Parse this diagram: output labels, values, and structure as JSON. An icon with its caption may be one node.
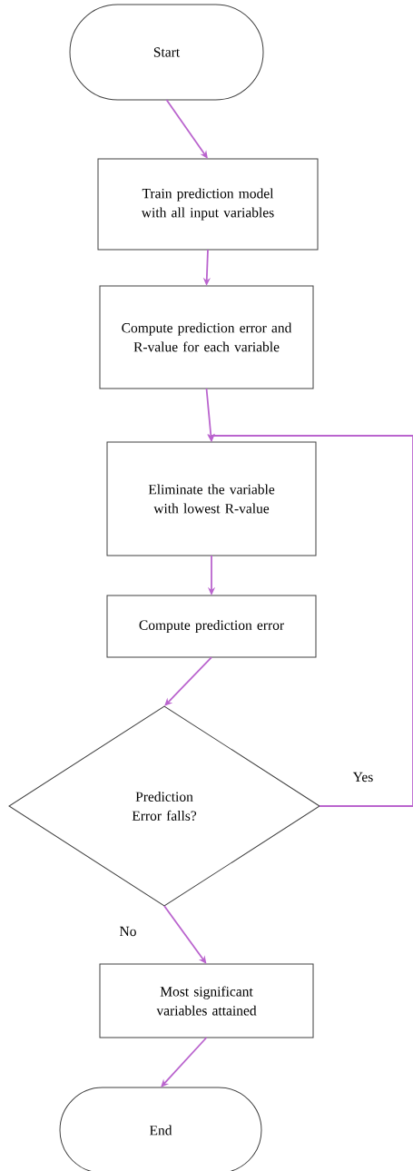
{
  "diagram": {
    "nodes": [
      {
        "text": [
          "Start"
        ]
      },
      {
        "text": [
          "Train prediction model with all input variables"
        ]
      },
      {
        "text": [
          "Compute prediction error and R-value for each variable"
        ]
      },
      {
        "text": [
          "Eliminate the variable with lowest R-value"
        ]
      },
      {
        "text": [
          "Compute prediction error"
        ]
      },
      {
        "text": [
          "Prediction Error falls?"
        ]
      },
      {
        "text": [
          "Most significant variables attained"
        ]
      },
      {
        "text": [
          "End"
        ]
      }
    ],
    "edges": [
      {
        "from": 0,
        "to": 1,
        "arrow": "to"
      },
      {
        "from": 1,
        "to": 2,
        "arrow": "to"
      },
      {
        "from": 2,
        "to": 3,
        "arrow": "to"
      },
      {
        "from": 3,
        "to": 4,
        "arrow": "to"
      },
      {
        "from": 4,
        "to": 5,
        "arrow": "to"
      },
      {
        "from": 5,
        "to": 3,
        "arrow": "to",
        "label": "Yes"
      },
      {
        "from": 5,
        "to": 6,
        "arrow": "to",
        "label": "No"
      },
      {
        "from": 6,
        "to": 7,
        "arrow": "to"
      }
    ]
  }
}
